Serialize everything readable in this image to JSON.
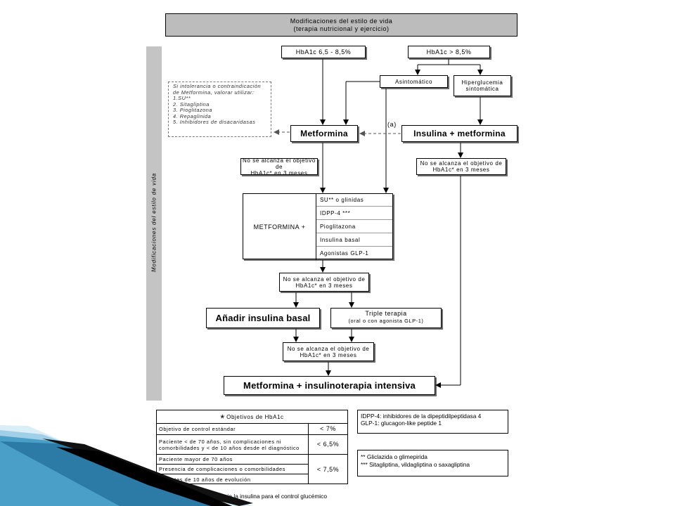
{
  "header": {
    "title": "Modificaciones del estilo de vida\n(terapia nutricional y ejercicio)"
  },
  "side_label": "Modificaciones del estilo de vida",
  "nodes": {
    "hba1c_low": "HbA1c 6,5 - 8,5%",
    "hba1c_high": "HbA1c > 8,5%",
    "asintomatico": "Asintomático",
    "hiperglucemia": "Hiperglucemia\nsintomática",
    "metformina": "Metformina",
    "insulina_metformina": "Insulina + metformina",
    "no_obj_left": "No se alcanza el objetivo de\nHbA1c* en 3 meses",
    "no_obj_right": "No se alcanza el objetivo de\nHbA1c* en 3 meses",
    "metformina_plus": "METFORMINA +",
    "no_obj_mid": "No se alcanza el objetivo de\nHbA1c* en 3 meses",
    "anadir_insulina": "Añadir insulina basal",
    "triple_title": "Triple terapia",
    "triple_sub": "(oral o con agonista GLP-1)",
    "no_obj_bottom": "No se alcanza el objetivo de\nHbA1c* en 3 meses",
    "intensiva": "Metformina + insulinoterapia intensiva",
    "a_label": "(a)"
  },
  "intolerance_note": "Si intolerancia o contraindicación\nde Metformina, valorar utilizar:\n1.SU**\n2. Sitagliptina\n3. Pioglitazona\n4. Repaglinida\n5. Inhibidores de disacaridasas",
  "combo_options": [
    "SU** o glinidas",
    "IDPP-4 ***",
    "Pioglitazona",
    "Insulina basal",
    "Agonistas GLP-1"
  ],
  "objectives_table": {
    "star": "*",
    "title": "Objetivos de HbA1c",
    "rows": [
      {
        "label": "Objetivo de control estándar",
        "value": "< 7%"
      },
      {
        "label": "Paciente < de 70 años, sin complicaciones ni comorbilidades y < de 10 años desde el diagnóstico",
        "value": "< 6,5%"
      },
      {
        "label": "Paciente mayor de 70 años",
        "value": ""
      },
      {
        "label": "Presencia de complicaciones o comorbilidades",
        "value": "< 7,5%"
      },
      {
        "label": "Diabetes de 10 años de evolución",
        "value": ""
      }
    ]
  },
  "legend_abbrev": "IDPP-4: inhibidores de la dipeptidilpeptidasa 4\nGLP-1: glucagon-like peptide 1",
  "legend_drugs": "** Gliclazida o glimepirida\n*** Sitagliptina, vildagliptina o saxagliptina",
  "footnote": "(a) Cuando no sea necesaria la insulina para el control glucémico",
  "colors": {
    "header_fill": "#bcbcbc",
    "side_fill": "#c4c4c4",
    "accent_blue": "#4a9fc8"
  }
}
